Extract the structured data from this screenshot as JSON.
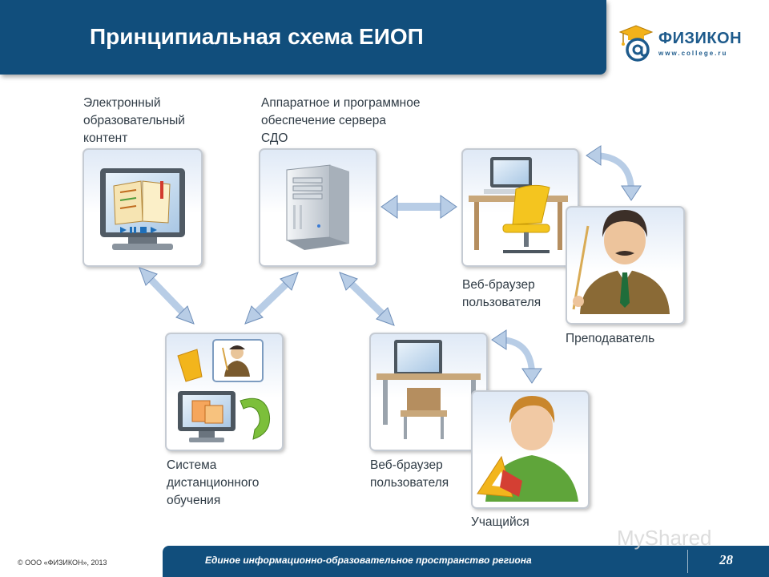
{
  "header": {
    "title": "Принципиальная схема ЕИОП",
    "logo": {
      "name": "ФИЗИКОН",
      "site": "www.college.ru"
    }
  },
  "nodes": {
    "content": {
      "label": "Электронный\nобразовательный\nконтент"
    },
    "server": {
      "label": "Аппаратное и программное\nобеспечение сервера\nСДО"
    },
    "lms": {
      "label": "Система\nдистанционного\nобучения"
    },
    "browser_teacher": {
      "label": "Веб-браузер\nпользователя"
    },
    "teacher": {
      "label": "Преподаватель"
    },
    "browser_student": {
      "label": "Веб-браузер\nпользователя"
    },
    "student": {
      "label": "Учащийся"
    }
  },
  "footer": {
    "copyright": "© ООО «ФИЗИКОН», 2013",
    "text": "Единое информационно-образовательное пространство региона",
    "page_number": "28",
    "watermark": "MyShared"
  },
  "colors": {
    "header_bg": "#114e7c",
    "arrow_fill": "#b8cde6",
    "arrow_stroke": "#6f8fb9",
    "card_border": "#c5cbd3",
    "card_bg_top": "#d9e6f5"
  }
}
